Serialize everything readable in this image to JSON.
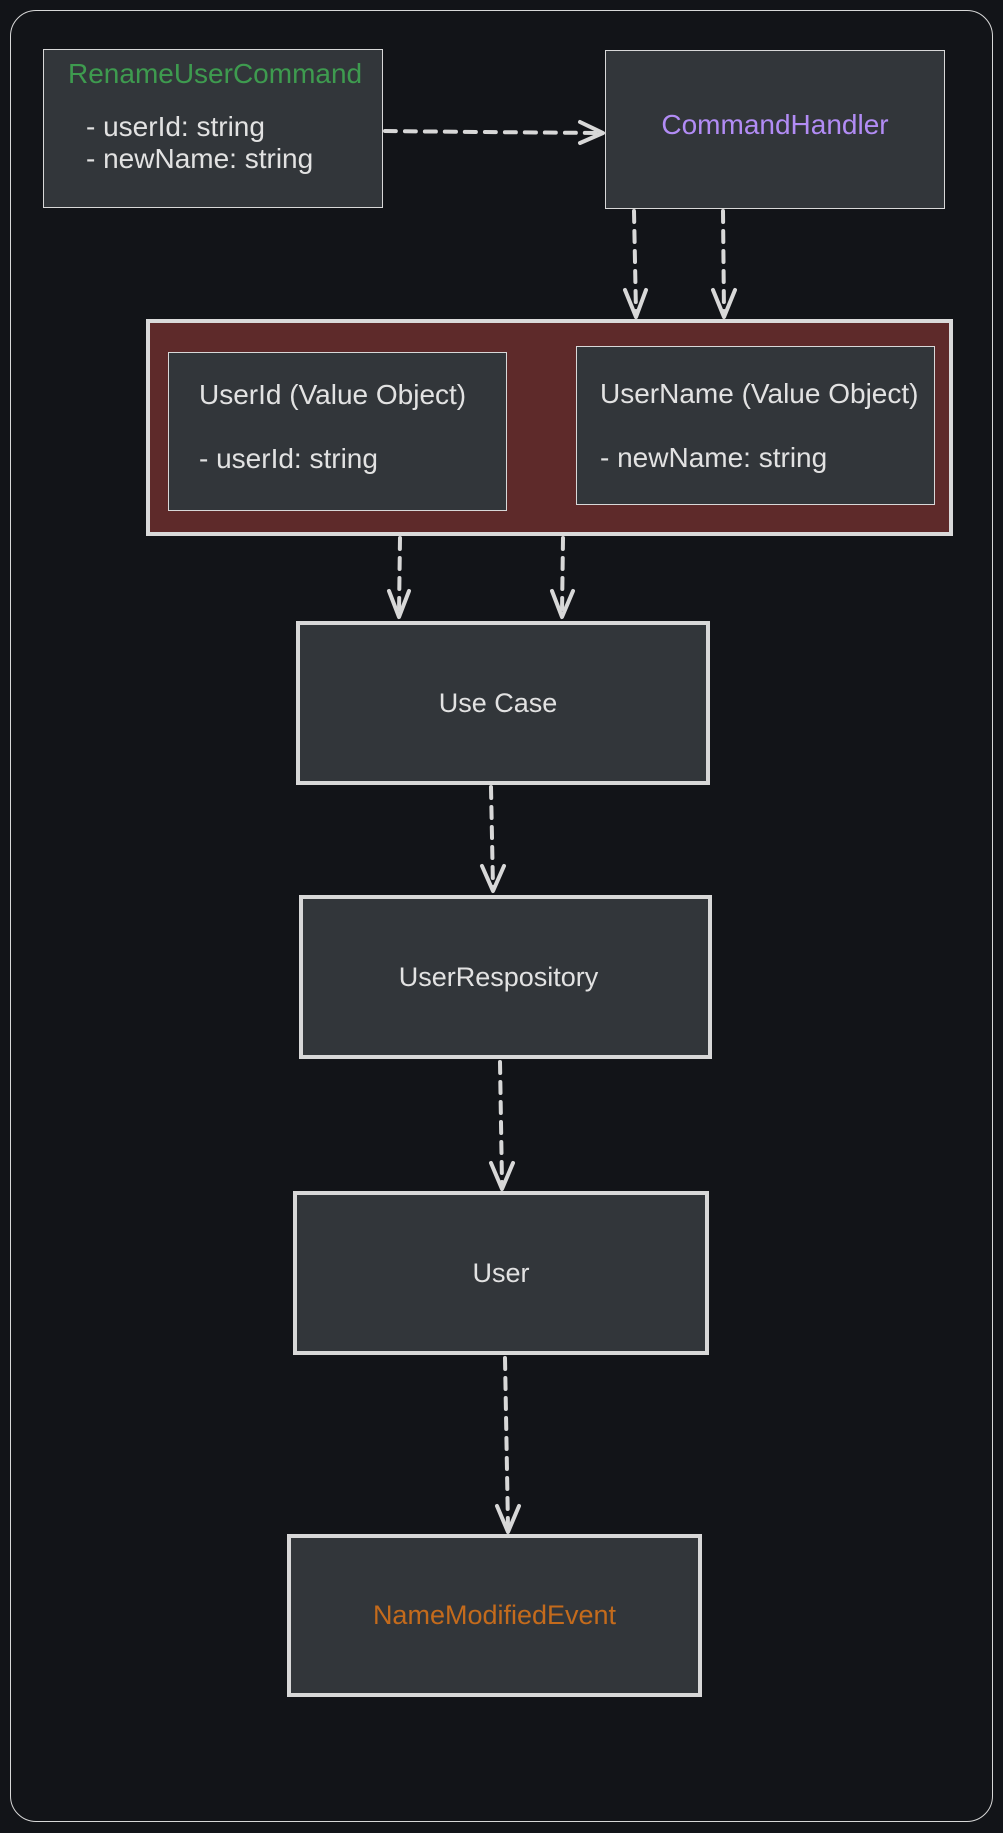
{
  "colors": {
    "background": "#121418",
    "box_fill": "#32363a",
    "group_fill": "#5e2a2a",
    "stroke": "#d8d8d8",
    "text": "#e2e2e2",
    "command_title": "#3e9b4f",
    "handler_title": "#b28cf5",
    "event_title": "#c46b1c"
  },
  "command": {
    "title": "RenameUserCommand",
    "fields": [
      "- userId: string",
      "- newName: string"
    ]
  },
  "handler": {
    "title": "CommandHandler"
  },
  "value_objects": {
    "user_id": {
      "title": "UserId (Value Object)",
      "field": "- userId: string"
    },
    "user_name": {
      "title": "UserName (Value Object)",
      "field": "- newName: string"
    }
  },
  "use_case": {
    "label": "Use Case"
  },
  "repository": {
    "label": "UserRespository"
  },
  "user": {
    "label": "User"
  },
  "event": {
    "label": "NameModifiedEvent"
  }
}
